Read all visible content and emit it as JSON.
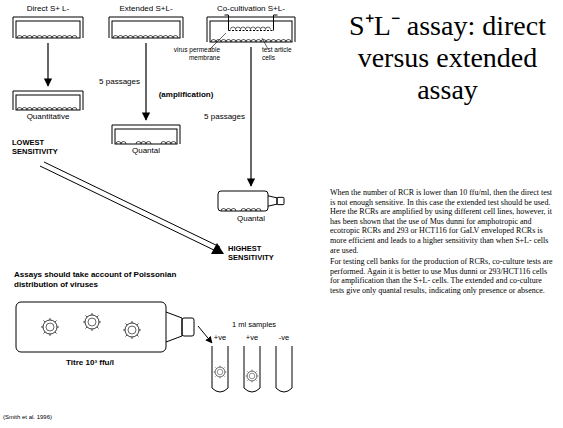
{
  "diagram": {
    "title": "S⁺L⁻ assay: direct versus extended assay",
    "nodes": [
      {
        "text": [
          "Direct S+ L-"
        ]
      },
      {
        "text": [
          "Extended S+L-"
        ]
      },
      {
        "text": [
          "Co-cultivation S+L-"
        ]
      },
      {
        "text": [
          "Quantitative"
        ]
      },
      {
        "text": [
          "Quantal"
        ]
      },
      {
        "text": [
          "Quantal"
        ]
      }
    ],
    "edges": [
      {
        "from": 0,
        "to": 3,
        "arrow": "to"
      },
      {
        "from": 1,
        "to": 4,
        "label": "5 passages",
        "arrow": "to"
      },
      {
        "from": 2,
        "to": 5,
        "label": "5 passages",
        "arrow": "to"
      }
    ],
    "labels": [
      "virus permeable membrane",
      "test article cells",
      "(amplification)",
      "LOWEST SENSITIVITY",
      "HIGHEST SENSITIVITY",
      "Assays should take account of Poissonian distribution of viruses",
      "Titre 10³ ffu/l",
      "1 ml samples",
      "+ve",
      "+ve",
      "-ve",
      "When the number of RCR is lower than 10 ffu/ml, then the direct test is not enough sensitive. In this case the extended test should be used. Here the RCRs are amplified by using different cell lines, however, it has been shown that the use of Mus dunni for amphotropic and ecotropic RCRs and 293 or HCT116 for GaLV enveloped RCRs is more efficient and leads to a higher sensitivity than when S+L- cells are used.",
      "For testing cell banks for the production of RCRs, co-culture tests are performed. Again it is better to use Mus dunni or 293/HCT116 cells for amplification than the S+L- cells. The extended and co-culture tests give only quantal results, indicating only presence or absence.",
      "(Smith et al. 1996)"
    ]
  }
}
